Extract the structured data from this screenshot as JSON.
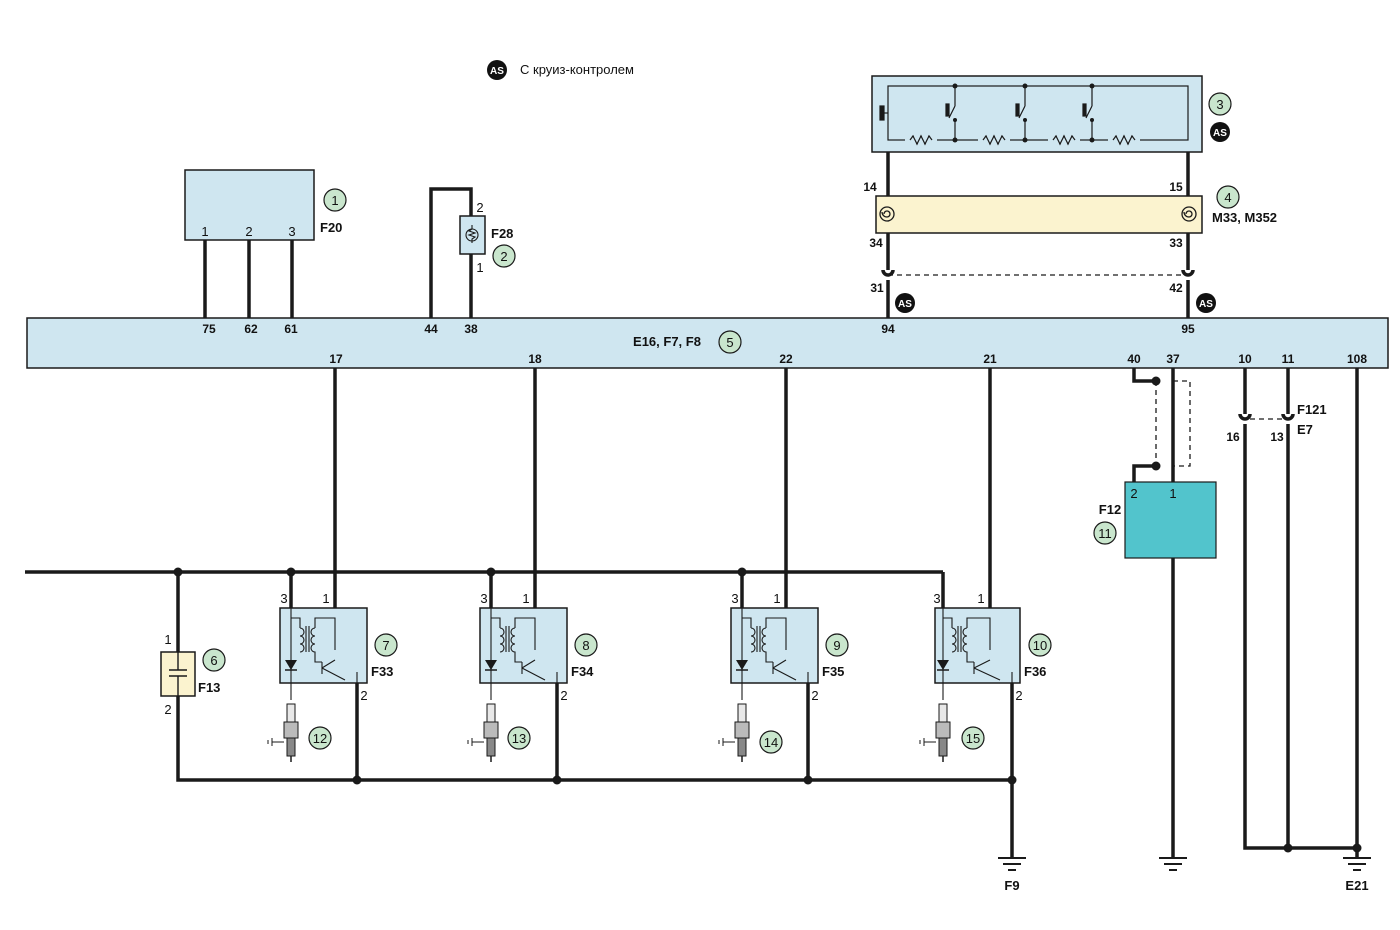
{
  "legend": {
    "badge": "AS",
    "text": "С круиз-контролем"
  },
  "components": {
    "c1": {
      "num": "1",
      "code": "F20",
      "pins": [
        "1",
        "2",
        "3"
      ]
    },
    "c2": {
      "num": "2",
      "code": "F28",
      "pin_top": "2",
      "pin_bottom": "1"
    },
    "c3": {
      "num": "3",
      "badge": "AS"
    },
    "c4": {
      "num": "4",
      "code": "M33, M352",
      "pin_tl": "14",
      "pin_tr": "15",
      "pin_bl": "34",
      "pin_br": "33"
    },
    "c5": {
      "num": "5",
      "code": "E16, F7, F8",
      "top_pins": [
        "75",
        "62",
        "61",
        "44",
        "38",
        "94",
        "95"
      ],
      "bottom_pins": [
        "17",
        "18",
        "22",
        "21",
        "40",
        "37",
        "10",
        "11",
        "108"
      ]
    },
    "c6": {
      "num": "6",
      "code": "F13",
      "pin_top": "1",
      "pin_bottom": "2"
    },
    "c7": {
      "num": "7",
      "code": "F33",
      "pins": [
        "3",
        "1",
        "2"
      ]
    },
    "c8": {
      "num": "8",
      "code": "F34",
      "pins": [
        "3",
        "1",
        "2"
      ]
    },
    "c9": {
      "num": "9",
      "code": "F35",
      "pins": [
        "3",
        "1",
        "2"
      ]
    },
    "c10": {
      "num": "10",
      "code": "F36",
      "pins": [
        "3",
        "1",
        "2"
      ]
    },
    "c11": {
      "num": "11",
      "code": "F12",
      "pins": [
        "2",
        "1"
      ]
    },
    "c12": {
      "num": "12"
    },
    "c13": {
      "num": "13"
    },
    "c14": {
      "num": "14"
    },
    "c15": {
      "num": "15"
    }
  },
  "connectors": {
    "left_pin": "31",
    "right_pin": "42",
    "badge": "AS",
    "f121_code": "F121",
    "e7_code": "E7",
    "f121_pin_16": "16",
    "f121_pin_13": "13"
  },
  "grounds": {
    "g1": "F9",
    "g3": "E21"
  }
}
